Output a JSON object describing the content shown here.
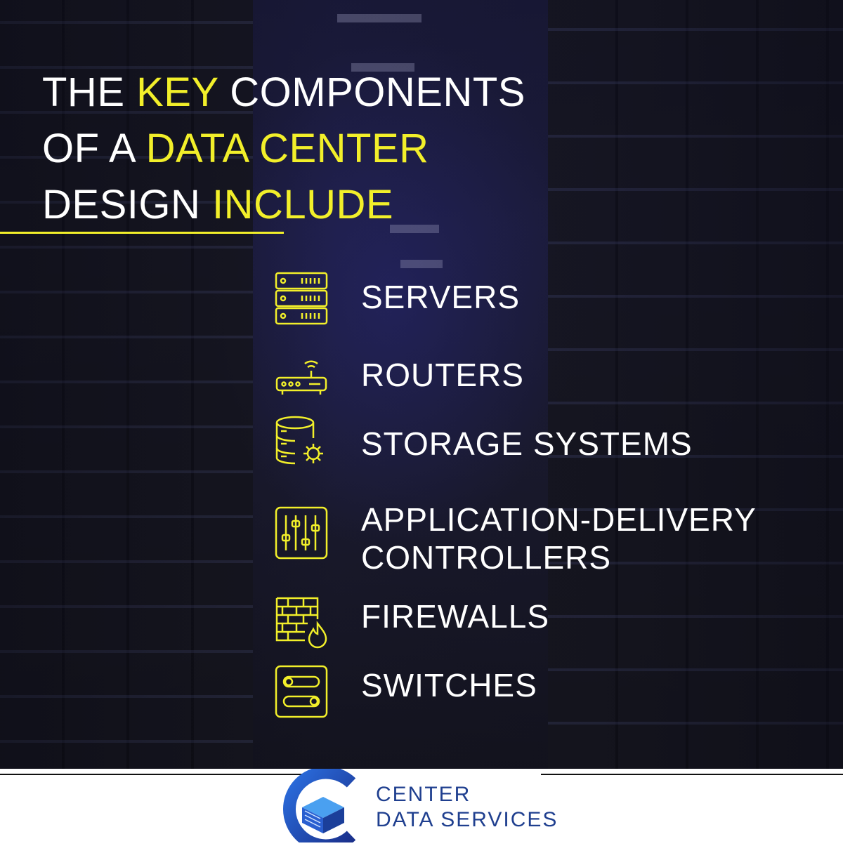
{
  "headline": {
    "line1_pre": "THE ",
    "line1_hl": "KEY",
    "line1_post": " COMPONENTS",
    "line2_pre": "OF A ",
    "line2_hl": "DATA CENTER",
    "line3_pre": "DESIGN ",
    "line3_hl": "INCLUDE"
  },
  "items": [
    {
      "label": "SERVERS",
      "icon": "server-rack-icon"
    },
    {
      "label": "ROUTERS",
      "icon": "router-icon"
    },
    {
      "label": "STORAGE SYSTEMS",
      "icon": "storage-database-icon"
    },
    {
      "label_line1": "APPLICATION-DELIVERY",
      "label_line2": "CONTROLLERS",
      "icon": "sliders-controller-icon"
    },
    {
      "label": "FIREWALLS",
      "icon": "firewall-icon"
    },
    {
      "label": "SWITCHES",
      "icon": "switch-toggle-icon"
    }
  ],
  "footer": {
    "brand_line1": "CENTER",
    "brand_line2": "DATA SERVICES"
  },
  "colors": {
    "accent": "#f2ef2a",
    "text": "#ffffff",
    "brand": "#1f3f8f",
    "background": "#1b1b3d"
  }
}
